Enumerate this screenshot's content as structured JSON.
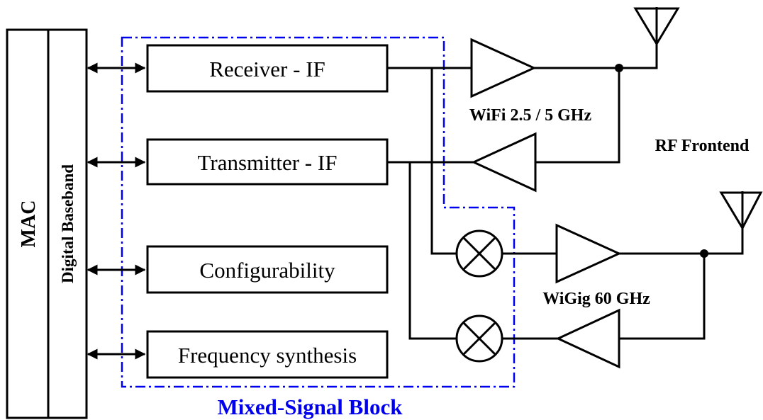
{
  "blocks": {
    "mac": "MAC",
    "digital_baseband": "Digital Baseband",
    "receiver": "Receiver - IF",
    "transmitter": "Transmitter - IF",
    "configurability": "Configurability",
    "frequency_synthesis": "Frequency synthesis"
  },
  "labels": {
    "wifi": "WiFi 2.5 / 5 GHz",
    "rf_frontend": "RF Frontend",
    "wigig": "WiGig 60 GHz",
    "mixed_signal_block": "Mixed-Signal Block"
  },
  "colors": {
    "mixed_signal_boundary": "#0000ee",
    "lines": "#000000"
  }
}
